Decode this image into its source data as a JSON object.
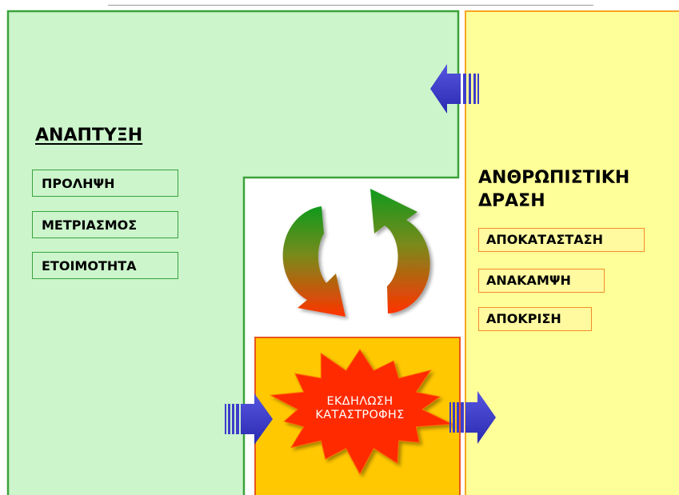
{
  "development": {
    "title": "ΑΝΑΠΤΥΞΗ",
    "items": [
      {
        "label": "ΠΡΟΛΗΨΗ"
      },
      {
        "label": "ΜΕΤΡΙΑΣΜΟΣ"
      },
      {
        "label": "ΕΤΟΙΜΟΤΗΤΑ"
      }
    ]
  },
  "humanitarian": {
    "title_line1": "ΑΝΘΡΩΠΙΣΤΙΚΗ",
    "title_line2": "ΔΡΑΣΗ",
    "items": [
      {
        "label": "ΑΠΟΚΑΤΑΣΤΑΣΗ"
      },
      {
        "label": "ΑΝΑΚΑΜΨΗ"
      },
      {
        "label": "ΑΠΟΚΡΙΣΗ"
      }
    ]
  },
  "disaster": {
    "line1": "ΕΚΔΗΛΩΣΗ",
    "line2": "ΚΑΤΑΣΤΡΟΦΗΣ"
  },
  "colors": {
    "development_fill": "#ccf5cc",
    "development_border": "#3aa33a",
    "humanitarian_fill": "#ffff99",
    "humanitarian_border": "#f5a623",
    "disaster_fill": "#ffc800",
    "disaster_border": "#e8561c",
    "burst_fill": "#ff2a00",
    "arrow_fill": "#3d3dcc",
    "cycle_top": "#0f9a1a",
    "cycle_bottom": "#ff3300"
  }
}
